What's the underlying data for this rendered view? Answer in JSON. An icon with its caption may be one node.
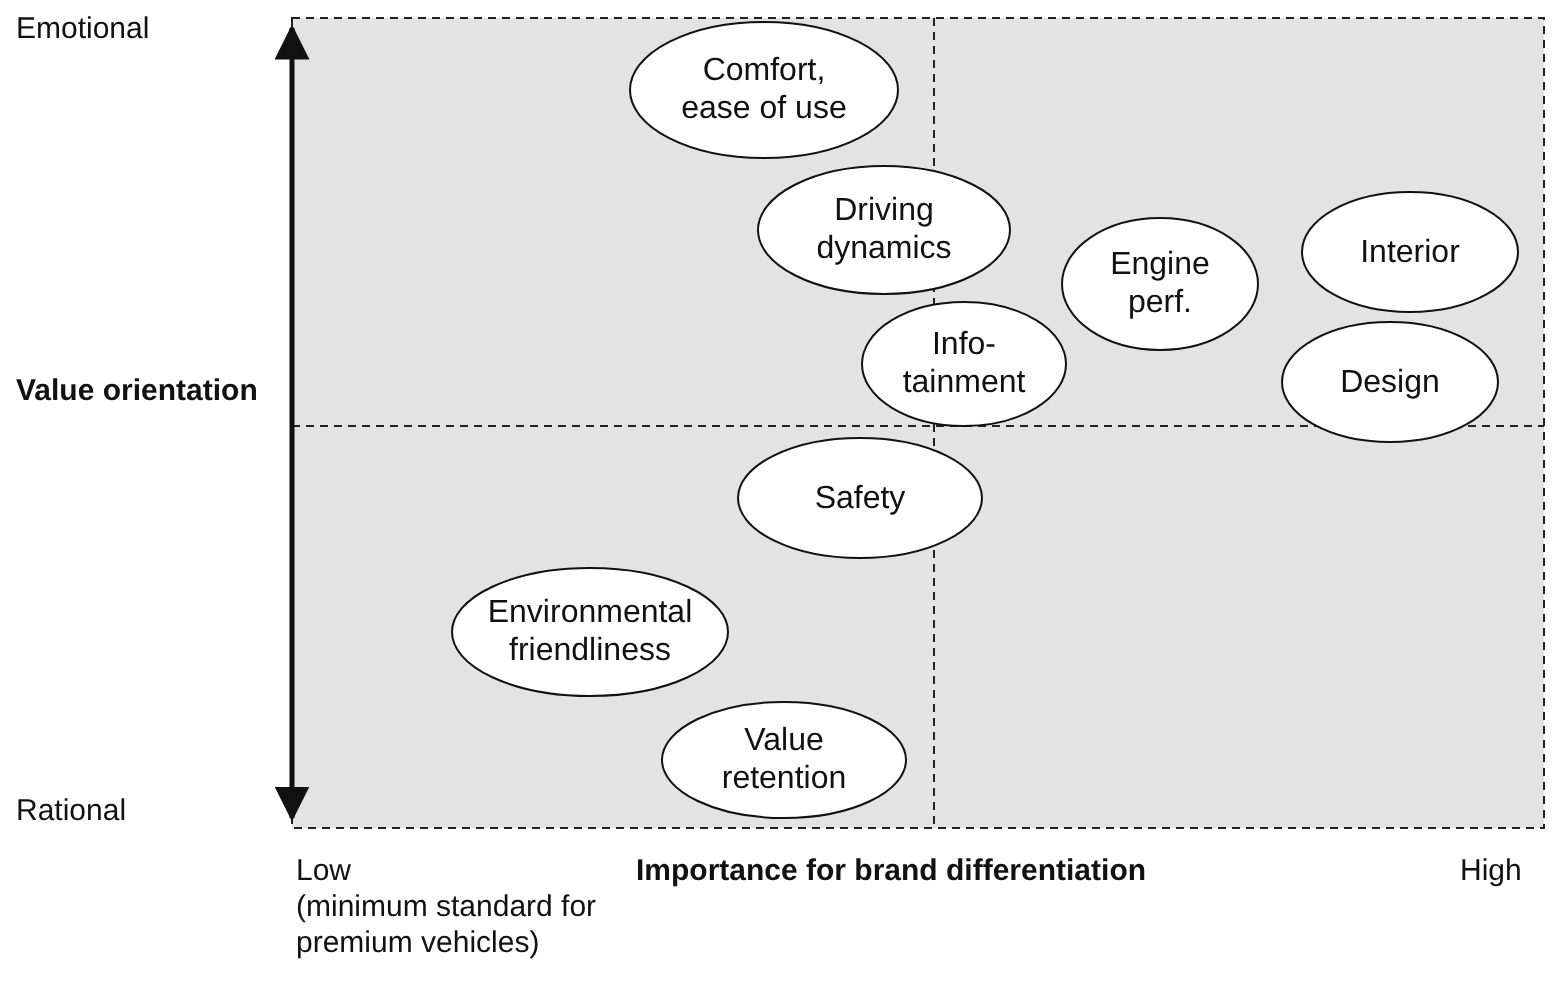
{
  "diagram": {
    "nodes": [
      {
        "text": [
          "Comfort, ease of use"
        ]
      },
      {
        "text": [
          "Driving dynamics"
        ]
      },
      {
        "text": [
          "Interior"
        ]
      },
      {
        "text": [
          "Engine perf."
        ]
      },
      {
        "text": [
          "Info-tainment"
        ]
      },
      {
        "text": [
          "Design"
        ]
      },
      {
        "text": [
          "Safety"
        ]
      },
      {
        "text": [
          "Environmental friendliness"
        ]
      },
      {
        "text": [
          "Value retention"
        ]
      }
    ],
    "labels": [
      "Emotional",
      "Value orientation",
      "Rational",
      "Low",
      "Importance for brand differentiation",
      "High",
      "(minimum standard for premium vehicles)"
    ]
  }
}
